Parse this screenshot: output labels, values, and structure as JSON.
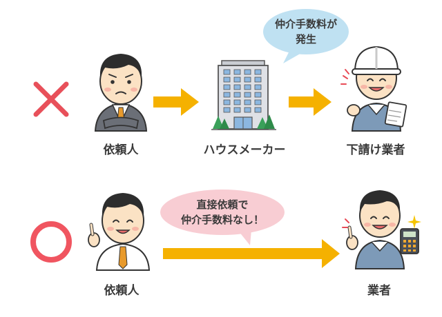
{
  "colors": {
    "cross": "#e8505a",
    "circle": "#f05560",
    "arrow": "#f5b100",
    "bubble_bad": "#bfe1f2",
    "bubble_good": "#f8cdd3"
  },
  "icons": {
    "bad_row": "cross-mark-icon",
    "good_row": "circle-mark-icon"
  },
  "row_bad": {
    "client_label": "依頼人",
    "maker_label": "ハウスメーカー",
    "sub_label": "下請け業者",
    "bubble_line1": "仲介手数料が",
    "bubble_line2": "発生"
  },
  "row_good": {
    "client_label": "依頼人",
    "contractor_label": "業者",
    "bubble_line1": "直接依頼で",
    "bubble_line2": "仲介手数料なし！"
  }
}
